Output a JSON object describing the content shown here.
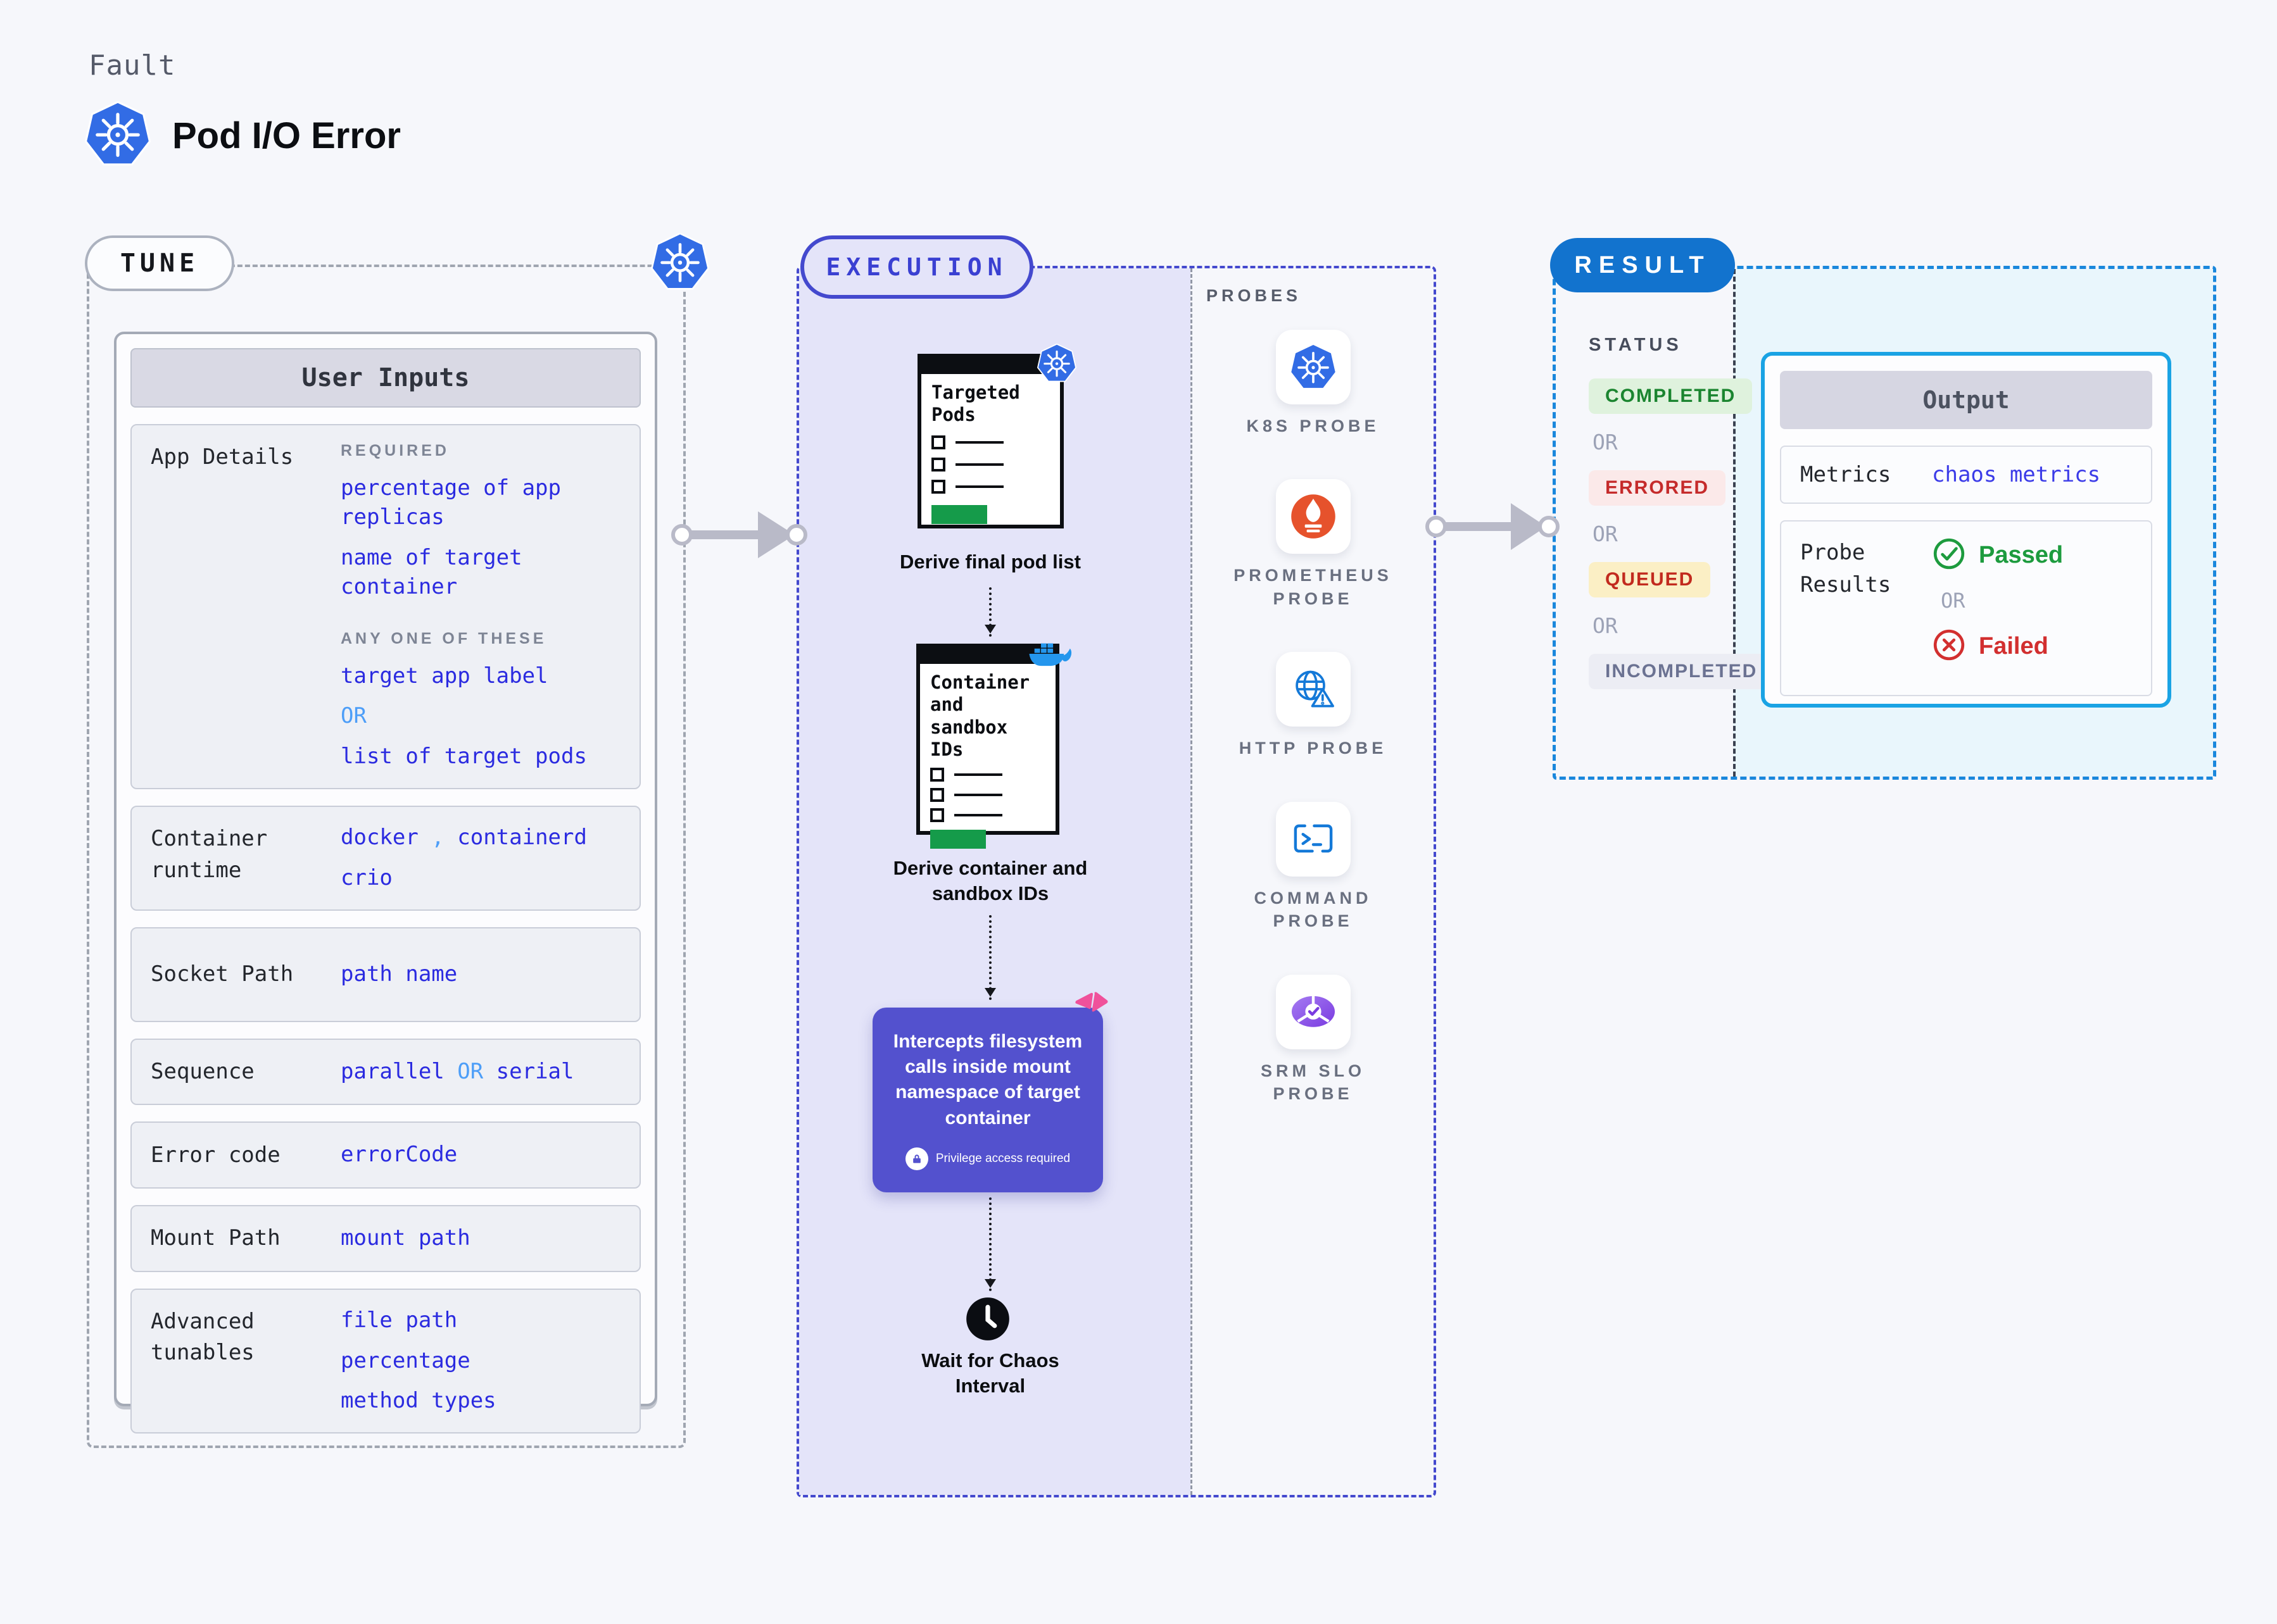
{
  "header": {
    "eyebrow": "Fault",
    "title": "Pod I/O Error"
  },
  "tune": {
    "label": "TUNE",
    "card_title": "User Inputs",
    "rows": [
      {
        "label": "App Details",
        "blocks": [
          {
            "type": "caption",
            "text": "REQUIRED"
          },
          {
            "type": "value",
            "segments": [
              {
                "text": "percentage of app replicas"
              }
            ]
          },
          {
            "type": "value",
            "segments": [
              {
                "text": "name of target container"
              }
            ]
          },
          {
            "type": "caption",
            "text": "ANY ONE OF THESE",
            "gap_before": true
          },
          {
            "type": "value",
            "segments": [
              {
                "text": "target app label"
              }
            ]
          },
          {
            "type": "value",
            "segments": [
              {
                "text": "OR",
                "accent": true
              }
            ]
          },
          {
            "type": "value",
            "segments": [
              {
                "text": "list of target pods"
              }
            ]
          }
        ]
      },
      {
        "label": "Container runtime",
        "blocks": [
          {
            "type": "value",
            "segments": [
              {
                "text": "docker"
              },
              {
                "text": " , ",
                "accent": true
              },
              {
                "text": "containerd"
              }
            ]
          },
          {
            "type": "value",
            "segments": [
              {
                "text": "crio"
              }
            ]
          }
        ]
      },
      {
        "label": "Socket Path",
        "center": true,
        "min_h": 150,
        "blocks": [
          {
            "type": "value",
            "segments": [
              {
                "text": "path name"
              }
            ]
          }
        ]
      },
      {
        "label": "Sequence",
        "center": true,
        "min_h": 86,
        "blocks": [
          {
            "type": "value",
            "segments": [
              {
                "text": "parallel "
              },
              {
                "text": "OR",
                "accent": true
              },
              {
                "text": " serial"
              }
            ]
          }
        ]
      },
      {
        "label": "Error code",
        "center": true,
        "min_h": 106,
        "blocks": [
          {
            "type": "value",
            "segments": [
              {
                "text": "errorCode"
              }
            ]
          }
        ]
      },
      {
        "label": "Mount Path",
        "center": true,
        "min_h": 86,
        "blocks": [
          {
            "type": "value",
            "segments": [
              {
                "text": "mount path"
              }
            ]
          }
        ]
      },
      {
        "label": "Advanced tunables",
        "min_h": 196,
        "blocks": [
          {
            "type": "value",
            "segments": [
              {
                "text": "file path"
              }
            ]
          },
          {
            "type": "value",
            "segments": [
              {
                "text": "percentage"
              }
            ]
          },
          {
            "type": "value",
            "segments": [
              {
                "text": "method types"
              }
            ]
          }
        ]
      }
    ]
  },
  "execution": {
    "label": "EXECUTION",
    "doc1": {
      "title": "Targeted Pods",
      "caption": "Derive final pod list"
    },
    "doc2": {
      "title": "Container and sandbox IDs",
      "caption": "Derive container and sandbox IDs"
    },
    "callout": {
      "text": "Intercepts filesystem calls inside mount namespace of target container",
      "note": "Privilege access required"
    },
    "wait": {
      "caption": "Wait for Chaos Interval"
    }
  },
  "probes": {
    "label": "PROBES",
    "items": [
      {
        "name": "K8S PROBE",
        "icon": "kubernetes"
      },
      {
        "name": "PROMETHEUS PROBE",
        "icon": "prometheus"
      },
      {
        "name": "HTTP PROBE",
        "icon": "http"
      },
      {
        "name": "COMMAND PROBE",
        "icon": "terminal"
      },
      {
        "name": "SRM SLO PROBE",
        "icon": "slo"
      }
    ]
  },
  "result": {
    "label": "RESULT",
    "status_label": "STATUS",
    "statuses": [
      {
        "text": "COMPLETED",
        "kind": "success"
      },
      {
        "text": "OR",
        "kind": "or"
      },
      {
        "text": "ERRORED",
        "kind": "error"
      },
      {
        "text": "OR",
        "kind": "or"
      },
      {
        "text": "QUEUED",
        "kind": "warning"
      },
      {
        "text": "OR",
        "kind": "or"
      },
      {
        "text": "INCOMPLETED",
        "kind": "neutral"
      }
    ],
    "output": {
      "title": "Output",
      "metrics_label": "Metrics",
      "metrics_value": "chaos metrics",
      "probe_results_label": "Probe Results",
      "passed_label": "Passed",
      "or_label": "OR",
      "failed_label": "Failed"
    }
  },
  "colors": {
    "kubernetes_blue": "#326CE5",
    "docker_blue": "#2496ED",
    "prometheus_orange": "#E6522C",
    "probe_icon_blue": "#1479D8",
    "slo_purple_light": "#A57BF2",
    "slo_purple_dark": "#7A3BE0",
    "execution_accent": "#4449CE",
    "value_blue": "#2B2BE0",
    "accent_light_blue": "#4D9EF8",
    "callout_purple": "#5351CE",
    "badge_pink": "#F0519B",
    "success_green": "#1D9B3E",
    "fail_red": "#D22F2F",
    "result_blue": "#1273CE",
    "output_border_cyan": "#1AA3E4",
    "doc_green": "#159B4A",
    "connector_gray": "#B9BAC8"
  }
}
